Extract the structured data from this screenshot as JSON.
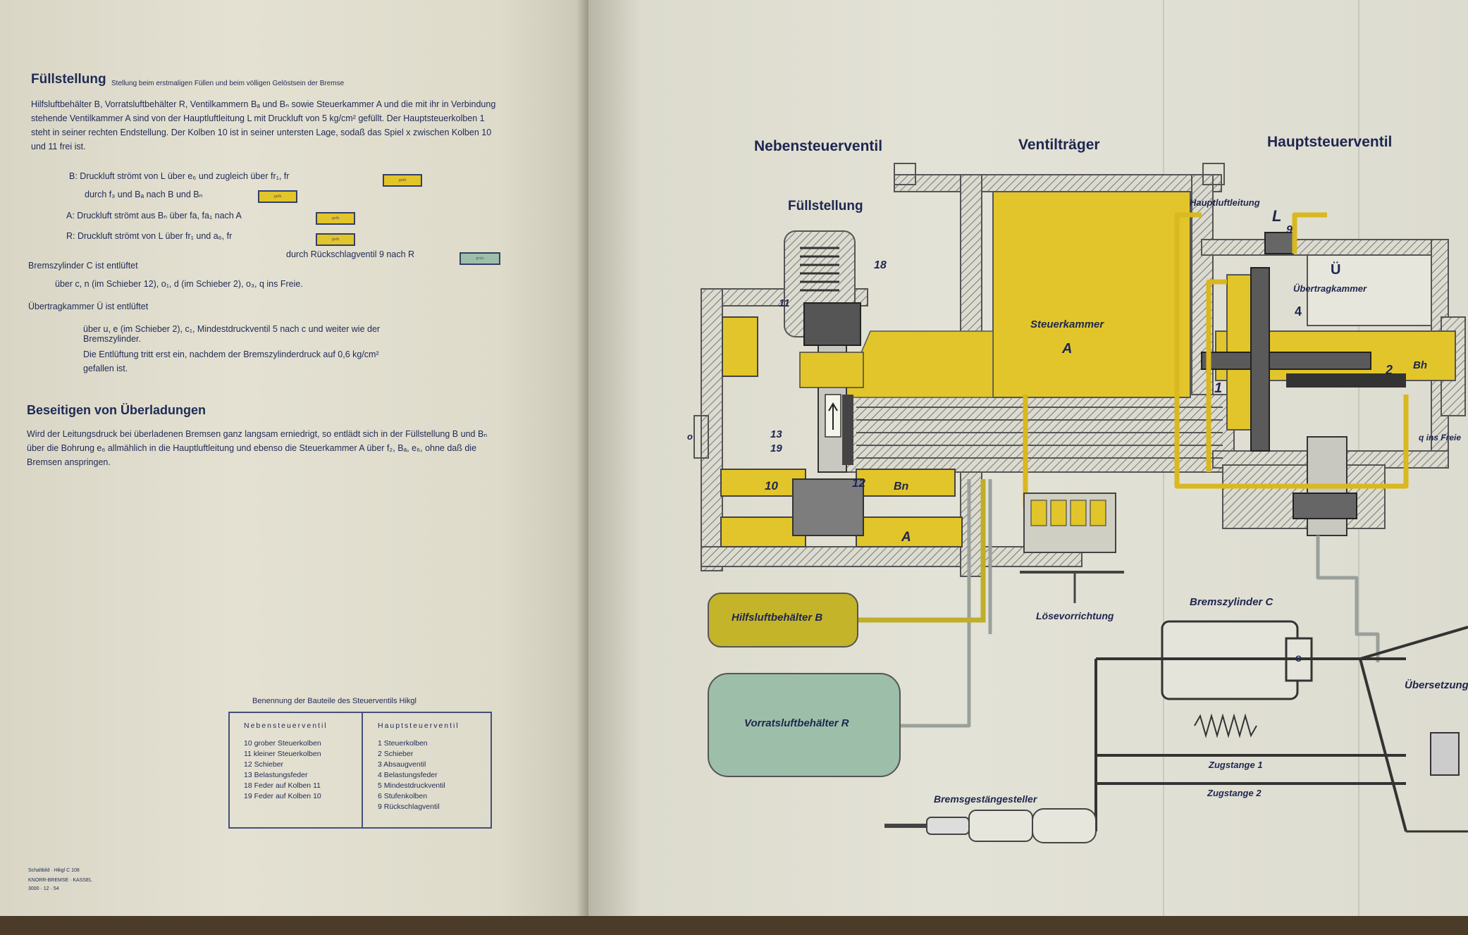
{
  "left": {
    "heading": "Füllstellung",
    "subheading": "Stellung beim erstmaligen Füllen und beim völligen Gelöstsein der Bremse",
    "intro": "Hilfsluftbehälter B, Vorratsluftbehälter R, Ventilkammern Bₐ und Bₙ sowie Steuerkammer A und die mit ihr in Verbindung stehende Ventilkammer A sind von der Hauptluftleitung L mit Druckluft von 5 kg/cm² gefüllt. Der Hauptsteuerkolben 1 steht in seiner rechten Endstellung. Der Kolben 10 ist in seiner untersten Lage, sodaß das Spiel x zwischen Kolben 10 und 11 frei ist.",
    "flow": [
      "B: Druckluft strömt von L über e₆ und zugleich über fr₁, fr",
      "durch f₃ und Bₐ nach B und Bₙ",
      "A: Druckluft strömt aus Bₙ über fa, fa₁ nach A",
      "R: Druckluft strömt von L über fr₁ und a₆, fr",
      "durch Rückschlagventil 9 nach R"
    ],
    "swatch_labels": [
      "gelb",
      "gelb",
      "gelb",
      "gelb",
      "grün"
    ],
    "brake_cyl_title": "Bremszylinder C ist entlüftet",
    "brake_cyl_line": "über c, n (im Schieber 12), o₁, d (im Schieber 2), o₃, q ins Freie.",
    "transfer_title": "Übertragkammer Ü ist entlüftet",
    "transfer_line1": "über u, e (im Schieber 2), c₁, Mindestdruckventil 5 nach c und weiter wie der",
    "transfer_line2": "Bremszylinder.",
    "transfer_line3": "Die Entlüftung tritt erst ein, nachdem der Bremszylinderdruck auf 0,6 kg/cm²",
    "transfer_line4": "gefallen ist.",
    "heading2": "Beseitigen von Überladungen",
    "para2": "Wird der Leitungsdruck bei überladenen Bremsen ganz langsam erniedrigt, so entlädt sich in der Füllstellung B und Bₙ über die Bohrung e₆ allmählich in die Hauptluftleitung und ebenso die Steuerkammer A über f₂, Bₐ, e₆, ohne daß die Bremsen anspringen.",
    "legend": {
      "title": "Benennung der Bauteile des Steuerventils Hikgl",
      "col1_title": "Nebensteuerventil",
      "col1": [
        "10 grober Steuerkolben",
        "11 kleiner Steuerkolben",
        "12 Schieber",
        "13 Belastungsfeder",
        "18 Feder auf Kolben 11",
        "19 Feder auf Kolben 10"
      ],
      "col2_title": "Hauptsteuerventil",
      "col2": [
        "1 Steuerkolben",
        "2 Schieber",
        "3 Absaugventil",
        "4 Belastungsfeder",
        "5 Mindestdruckventil",
        "6 Stufenkolben",
        "9 Rückschlagventil"
      ]
    },
    "footer1": "Schaltbild · Hikgl       C 108",
    "footer2": "KNORR-BREMSE · KASSEL",
    "footer3": "3000 · 12 · 54"
  },
  "right": {
    "title_neben": "Nebensteuerventil",
    "title_traeger": "Ventilträger",
    "title_haupt": "Hauptsteuerventil",
    "fuellstellung": "Füllstellung",
    "steuerkammer": "Steuerkammer",
    "steuerkammer_a": "A",
    "hauptluftleitung": "Hauptluftleitung",
    "label_L": "L",
    "label_9": "9",
    "label_U": "Ü",
    "uebertragkammer": "Übertragkammer",
    "label_4": "4",
    "label_1": "1",
    "label_2": "2",
    "label_Bh": "Bh",
    "label_ins_freie": "q ins Freie",
    "label_18": "18",
    "label_11": "11",
    "label_13": "13",
    "label_19": "19",
    "label_10": "10",
    "label_12": "12",
    "label_Bn": "Bn",
    "label_A2": "A",
    "label_o": "o",
    "hilfsluft": "Hilfsluftbehälter B",
    "vorratsluft": "Vorratsluftbehälter R",
    "loese": "Lösevorrichtung",
    "bremszylinder": "Bremszylinder C",
    "label_c": "C",
    "uebersetzung": "Übersetzung",
    "zugstange1": "Zugstange 1",
    "zugstange2": "Zugstange 2",
    "gestaenge": "Bremsgestängesteller"
  },
  "colors": {
    "yellow": "#e2c52a",
    "green": "#9dbfa9",
    "olive": "#c4b42a",
    "ink": "#1e2650",
    "pipe": "#9aa09a"
  }
}
